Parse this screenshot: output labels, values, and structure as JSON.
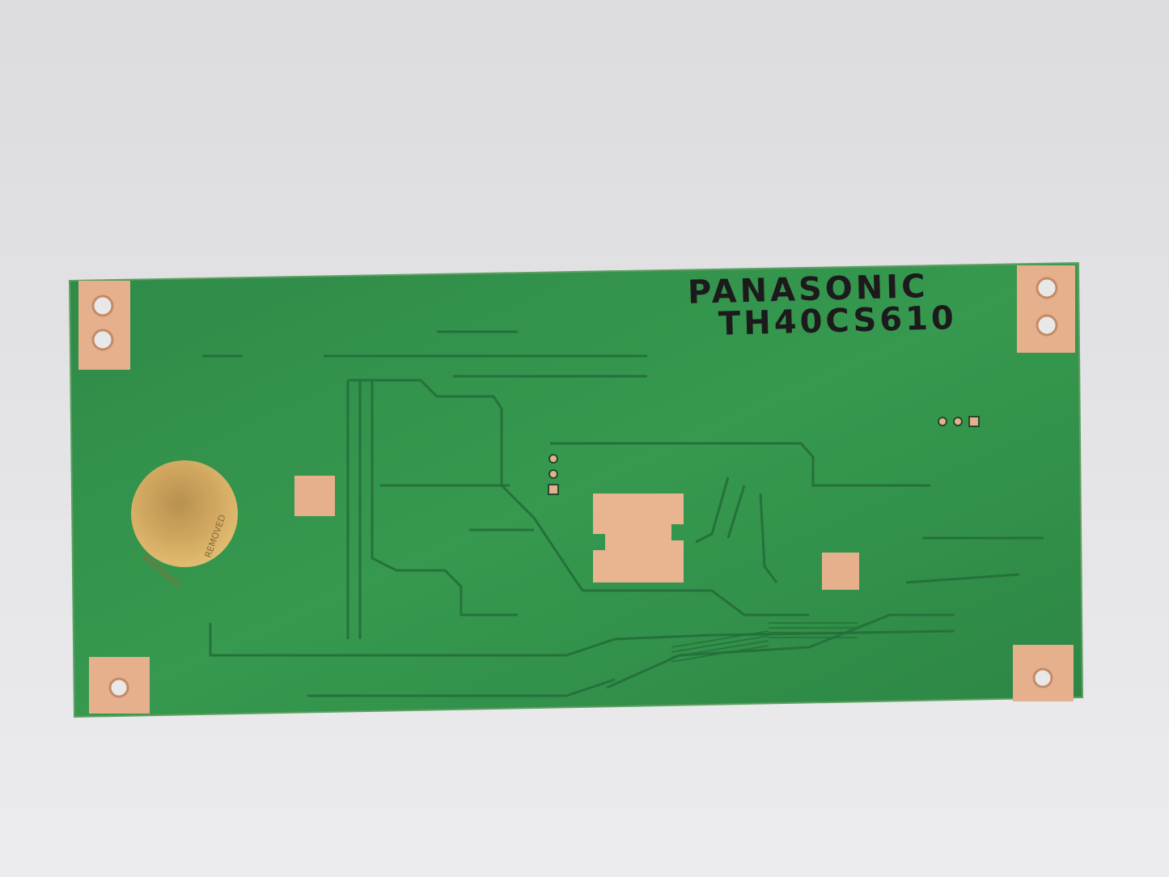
{
  "subject": {
    "handwritten_label": {
      "line1": "PANASONIC",
      "line2": "TH40CS610"
    },
    "sticker": {
      "text_top": "WARRANTY",
      "text_bottom": "REMOVED"
    }
  },
  "colors": {
    "background": "#e4e4e6",
    "board": "#2f8f4a",
    "trace": "#24703a",
    "copper": "#e6b08c",
    "sticker": "#d8b060"
  }
}
